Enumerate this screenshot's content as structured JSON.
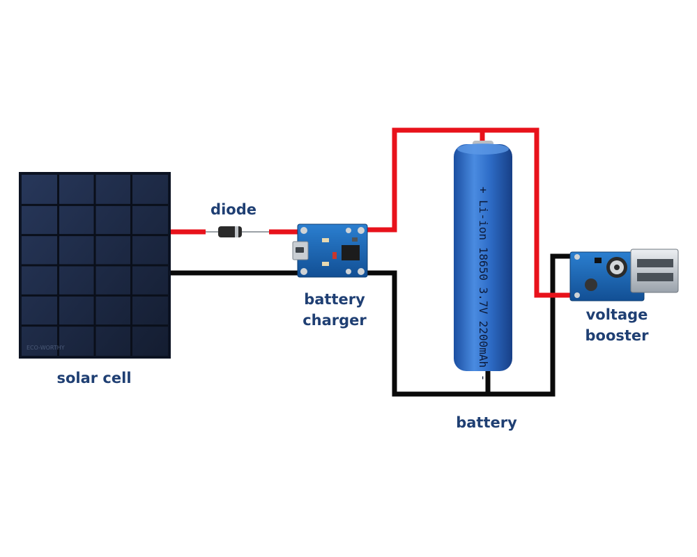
{
  "labels": {
    "diode": "diode",
    "solar_cell": "solar cell",
    "battery_charger": [
      "battery",
      "charger"
    ],
    "voltage_booster": [
      "voltage",
      "booster"
    ],
    "battery": "battery"
  },
  "battery_text": "+ Li-ion 18650 3.7V 2200mAh -",
  "colors": {
    "label_text": "#1f3f73",
    "positive_wire": "#e8121b",
    "negative_wire": "#0a0a0a",
    "solar_panel": "#1d2b45",
    "battery_body": "#2f6ec9",
    "pcb_board": "#1a66b8"
  },
  "icons": {
    "solar_cell": "solar-panel-icon",
    "diode": "diode-icon",
    "battery_charger": "charger-module-icon",
    "battery": "battery-18650-icon",
    "voltage_booster": "boost-converter-icon"
  }
}
